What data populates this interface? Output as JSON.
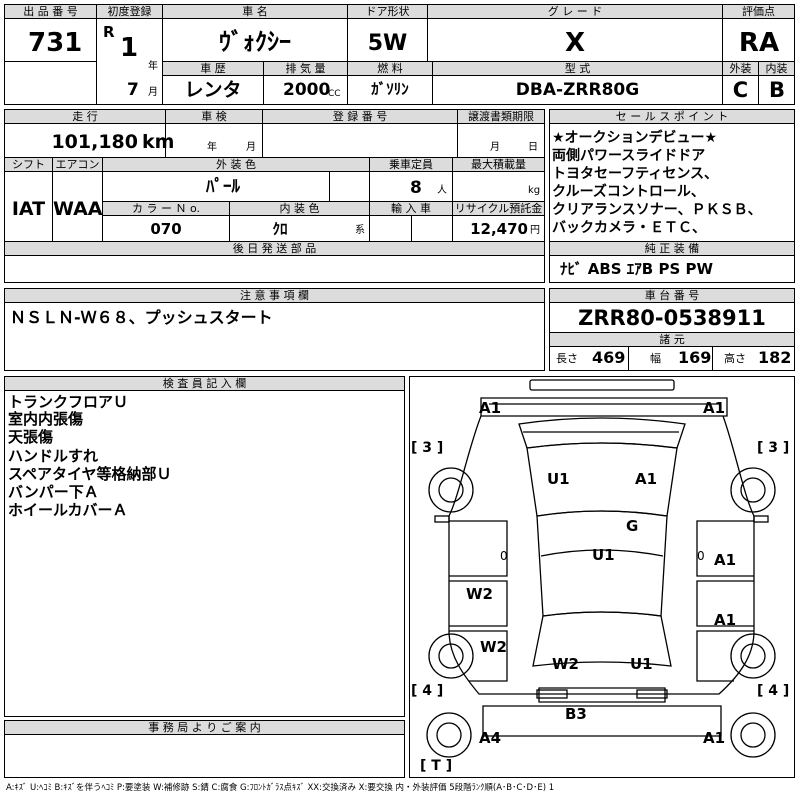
{
  "labels": {
    "lot": "出 品 番 号",
    "first_reg": "初度登録",
    "car_name": "車 名",
    "door": "ドア形状",
    "grade": "グ レ ー ド",
    "score": "評価点",
    "history": "車 歴",
    "displacement": "排 気 量",
    "fuel": "燃 料",
    "model": "型 式",
    "exterior": "外装",
    "interior": "内装",
    "mileage": "走 行",
    "inspection": "車 検",
    "reg_no": "登 録 番 号",
    "transfer": "譲渡書類期限",
    "sales_point": "セ ー ル ス ポ イ ン ト",
    "shift": "シフト",
    "aircon": "エアコン",
    "ext_color": "外 装 色",
    "capacity": "乗車定員",
    "load": "最大積載量",
    "color_no": "カ ラ ー Ｎ o.",
    "int_color": "内 装 色",
    "import": "輸 入 車",
    "recycle": "リサイクル預託金",
    "delivery": "後 日 発 送 部 品",
    "equipment": "純 正 装 備",
    "caution": "注 意 事 項 欄",
    "chassis": "車 台 番 号",
    "specs": "諸 元",
    "inspector": "検 査 員 記 入 欄",
    "office": "事 務 局 よ り ご 案 内"
  },
  "vehicle": {
    "lot": "731",
    "era": "R",
    "year": "1",
    "year_unit": "年",
    "month": "7",
    "month_unit": "月",
    "name": "ｳﾞｫｸｼｰ",
    "door": "5W",
    "grade": "X",
    "score": "RA",
    "history": "レンタ",
    "displacement": "2000",
    "cc": "CC",
    "fuel": "ｶﾞｿﾘﾝ",
    "model": "DBA-ZRR80G",
    "ext_grade": "C",
    "int_grade": "B",
    "mileage": "101,180",
    "km": "km",
    "insp_year": "年",
    "insp_month": "月",
    "transfer_month": "月",
    "transfer_day": "日",
    "shift": "IAT",
    "aircon": "WAA",
    "color": "ﾊﾟｰﾙ",
    "capacity": "8",
    "cap_unit": "人",
    "kg": "kg",
    "color_no": "070",
    "int_color": "ｸﾛ",
    "kei": "系",
    "recycle": "12,470",
    "yen": "円",
    "equipment": "ﾅﾋﾞ ABS ｴｱB PS PW",
    "caution": "ＮＳＬＮ-Ｗ６８、プッシュスタート",
    "chassis": "ZRR80-0538911",
    "len_label": "長さ",
    "length": "469",
    "wid_label": "幅",
    "width": "169",
    "hgt_label": "高さ",
    "height": "182"
  },
  "sales_points": [
    "★オークションデビュー★",
    "両側パワースライドドア",
    "トヨタセーフティセンス、",
    "クルーズコントロール、",
    "クリアランスソナー、ＰＫＳＢ、",
    "バックカメラ・ＥＴＣ、"
  ],
  "inspector_notes": [
    "トランクフロアＵ",
    "室内内張傷",
    "天張傷",
    "ハンドルすれ",
    "スペアタイヤ等格納部Ｕ",
    "バンパー下Ａ",
    "ホイールカバーＡ"
  ],
  "diagram": {
    "marks": [
      "A1",
      "A1",
      "U1",
      "A1",
      "G",
      "U1",
      "A1",
      "W2",
      "A1",
      "W2",
      "W2",
      "U1",
      "B3",
      "A4",
      "A1"
    ],
    "zero_left": "0",
    "zero_right": "0",
    "side_tl": "[ 3 ]",
    "side_tr": "[ 3 ]",
    "side_bl": "[ 4 ]",
    "side_br": "[ 4 ]",
    "trunk": "[ T ]"
  },
  "legend": "A:ｷｽﾞ U:ﾍｺﾐ B:ｷｽﾞを伴うﾍｺﾐ P:要塗装 W:補修跡 S:錆 C:腐食 G:ﾌﾛﾝﾄｶﾞﾗｽ点ｷｽﾞ XX:交換済み X:要交換 内・外装評価 5段階ﾗﾝｸ順(A･B･C･D･E) 1"
}
